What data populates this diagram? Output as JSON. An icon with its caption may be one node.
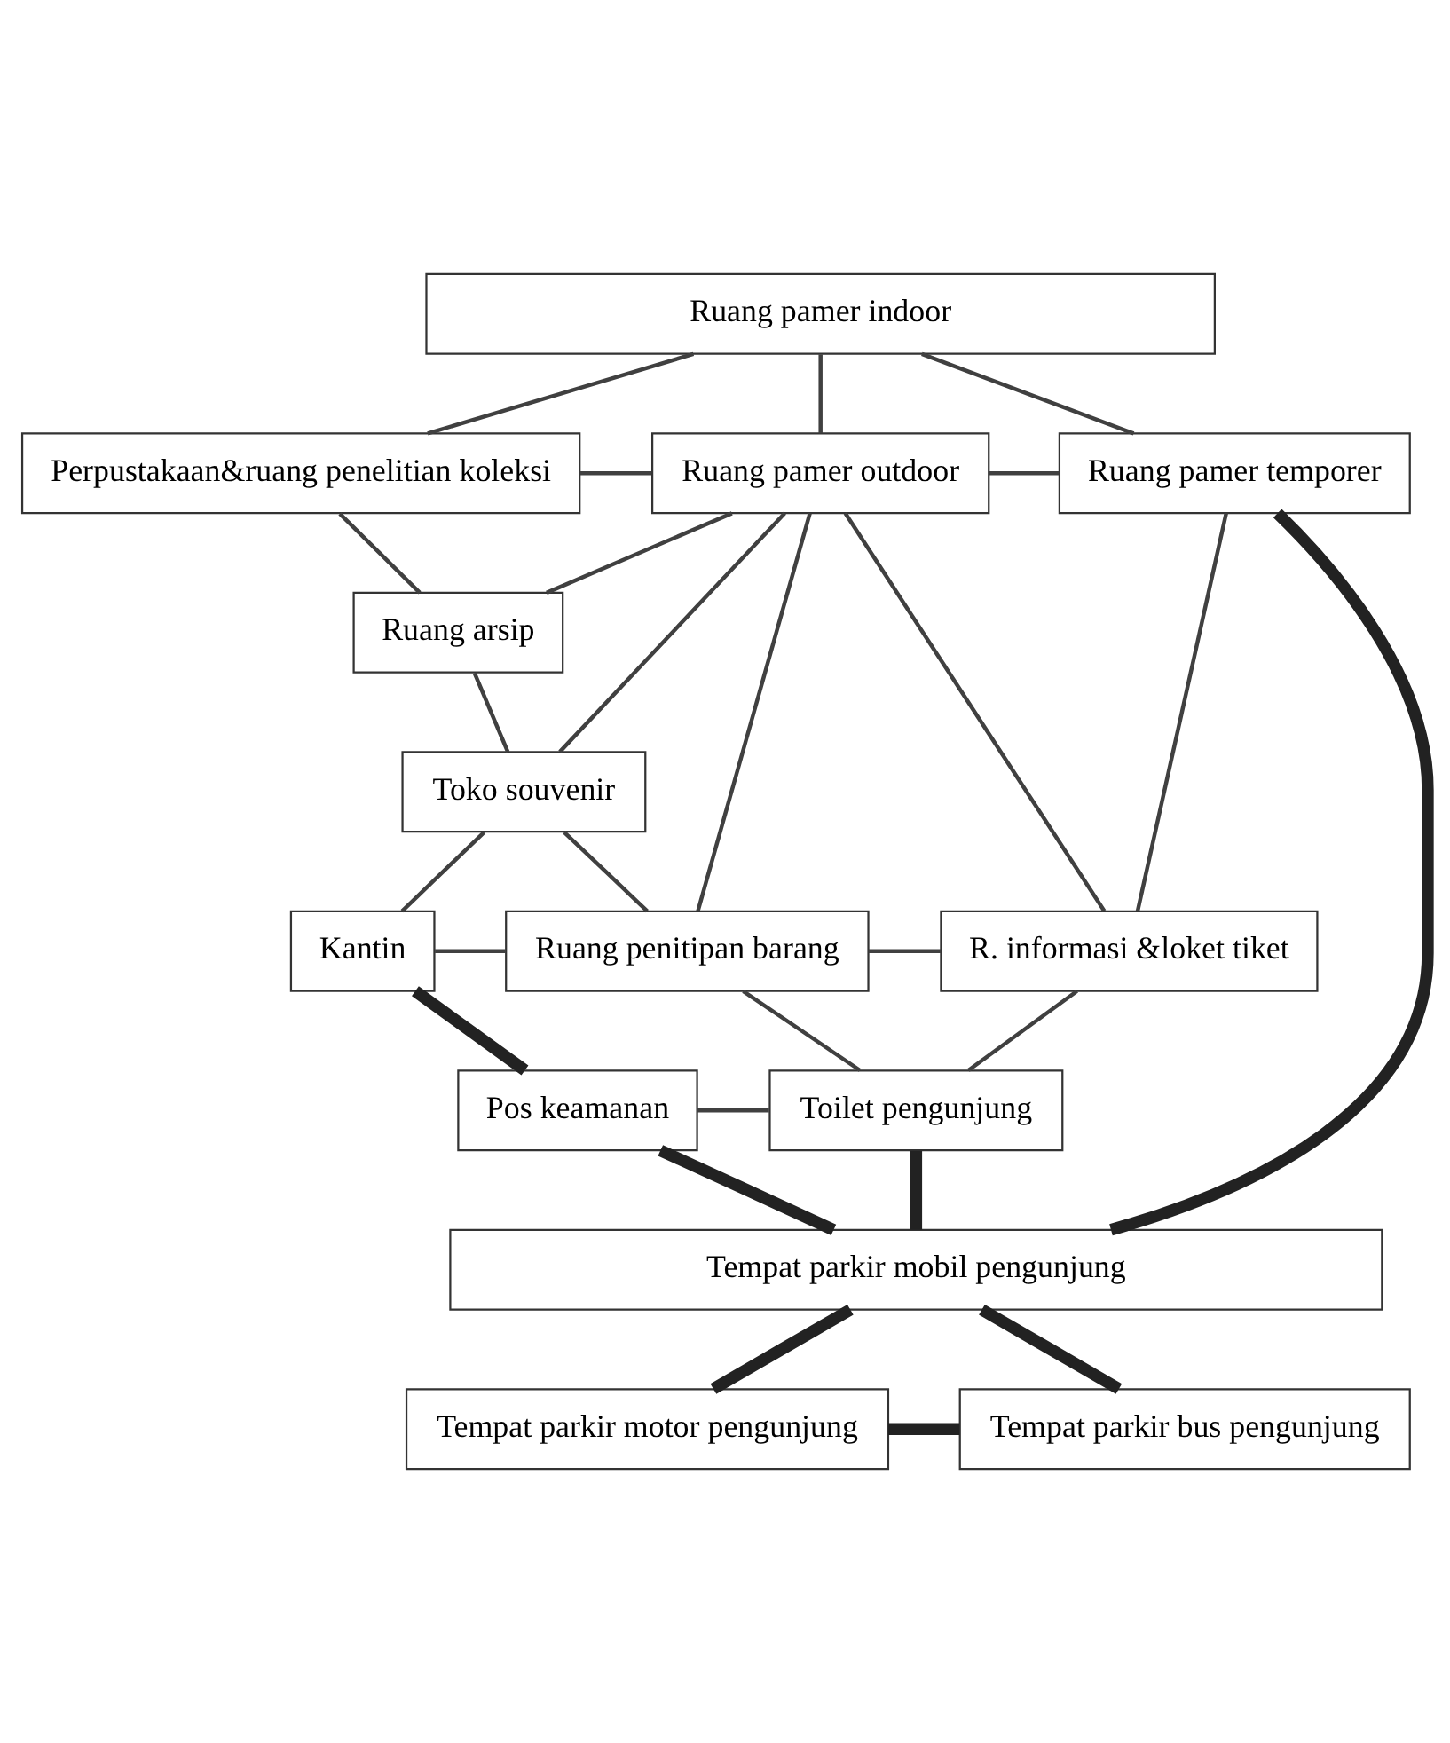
{
  "diagram": {
    "nodes": [
      {
        "text": [
          "Ruang pamer indoor"
        ]
      },
      {
        "text": [
          "Perpustakaan&ruang penelitian koleksi"
        ]
      },
      {
        "text": [
          "Ruang pamer outdoor"
        ]
      },
      {
        "text": [
          "Ruang pamer temporer"
        ]
      },
      {
        "text": [
          "Ruang arsip"
        ]
      },
      {
        "text": [
          "Toko souvenir"
        ]
      },
      {
        "text": [
          "Kantin"
        ]
      },
      {
        "text": [
          "Ruang penitipan barang"
        ]
      },
      {
        "text": [
          "R. informasi &loket tiket"
        ]
      },
      {
        "text": [
          "Pos keamanan"
        ]
      },
      {
        "text": [
          "Toilet pengunjung"
        ]
      },
      {
        "text": [
          "Tempat parkir mobil pengunjung"
        ]
      },
      {
        "text": [
          "Tempat parkir motor pengunjung"
        ]
      },
      {
        "text": [
          "Tempat parkir bus pengunjung"
        ]
      }
    ],
    "edges": [
      {
        "from": 0,
        "to": 1,
        "arrow": "none"
      },
      {
        "from": 0,
        "to": 2,
        "arrow": "none"
      },
      {
        "from": 0,
        "to": 3,
        "arrow": "none"
      },
      {
        "from": 1,
        "to": 2,
        "arrow": "none"
      },
      {
        "from": 1,
        "to": 4,
        "arrow": "none"
      },
      {
        "from": 2,
        "to": 3,
        "arrow": "none"
      },
      {
        "from": 4,
        "to": 2,
        "arrow": "none"
      },
      {
        "from": 4,
        "to": 5,
        "arrow": "none"
      },
      {
        "from": 5,
        "to": 2,
        "arrow": "none"
      },
      {
        "from": 5,
        "to": 7,
        "arrow": "none"
      },
      {
        "from": 5,
        "to": 6,
        "arrow": "none"
      },
      {
        "from": 2,
        "to": 7,
        "arrow": "none"
      },
      {
        "from": 2,
        "to": 8,
        "arrow": "none"
      },
      {
        "from": 6,
        "to": 7,
        "arrow": "none"
      },
      {
        "from": 7,
        "to": 8,
        "arrow": "none"
      },
      {
        "from": 8,
        "to": 3,
        "arrow": "none"
      },
      {
        "from": 7,
        "to": 10,
        "arrow": "none"
      },
      {
        "from": 6,
        "to": 9,
        "arrow": "none",
        "style": "thick"
      },
      {
        "from": 9,
        "to": 10,
        "arrow": "none"
      },
      {
        "from": 10,
        "to": 8,
        "arrow": "none"
      },
      {
        "from": 9,
        "to": 11,
        "arrow": "none",
        "style": "thick"
      },
      {
        "from": 10,
        "to": 11,
        "arrow": "none",
        "style": "thick"
      },
      {
        "from": 3,
        "to": 11,
        "arrow": "none",
        "style": "thick"
      },
      {
        "from": 11,
        "to": 12,
        "arrow": "none",
        "style": "thick"
      },
      {
        "from": 11,
        "to": 13,
        "arrow": "none",
        "style": "thick"
      },
      {
        "from": 12,
        "to": 13,
        "arrow": "none",
        "style": "thick"
      }
    ]
  }
}
